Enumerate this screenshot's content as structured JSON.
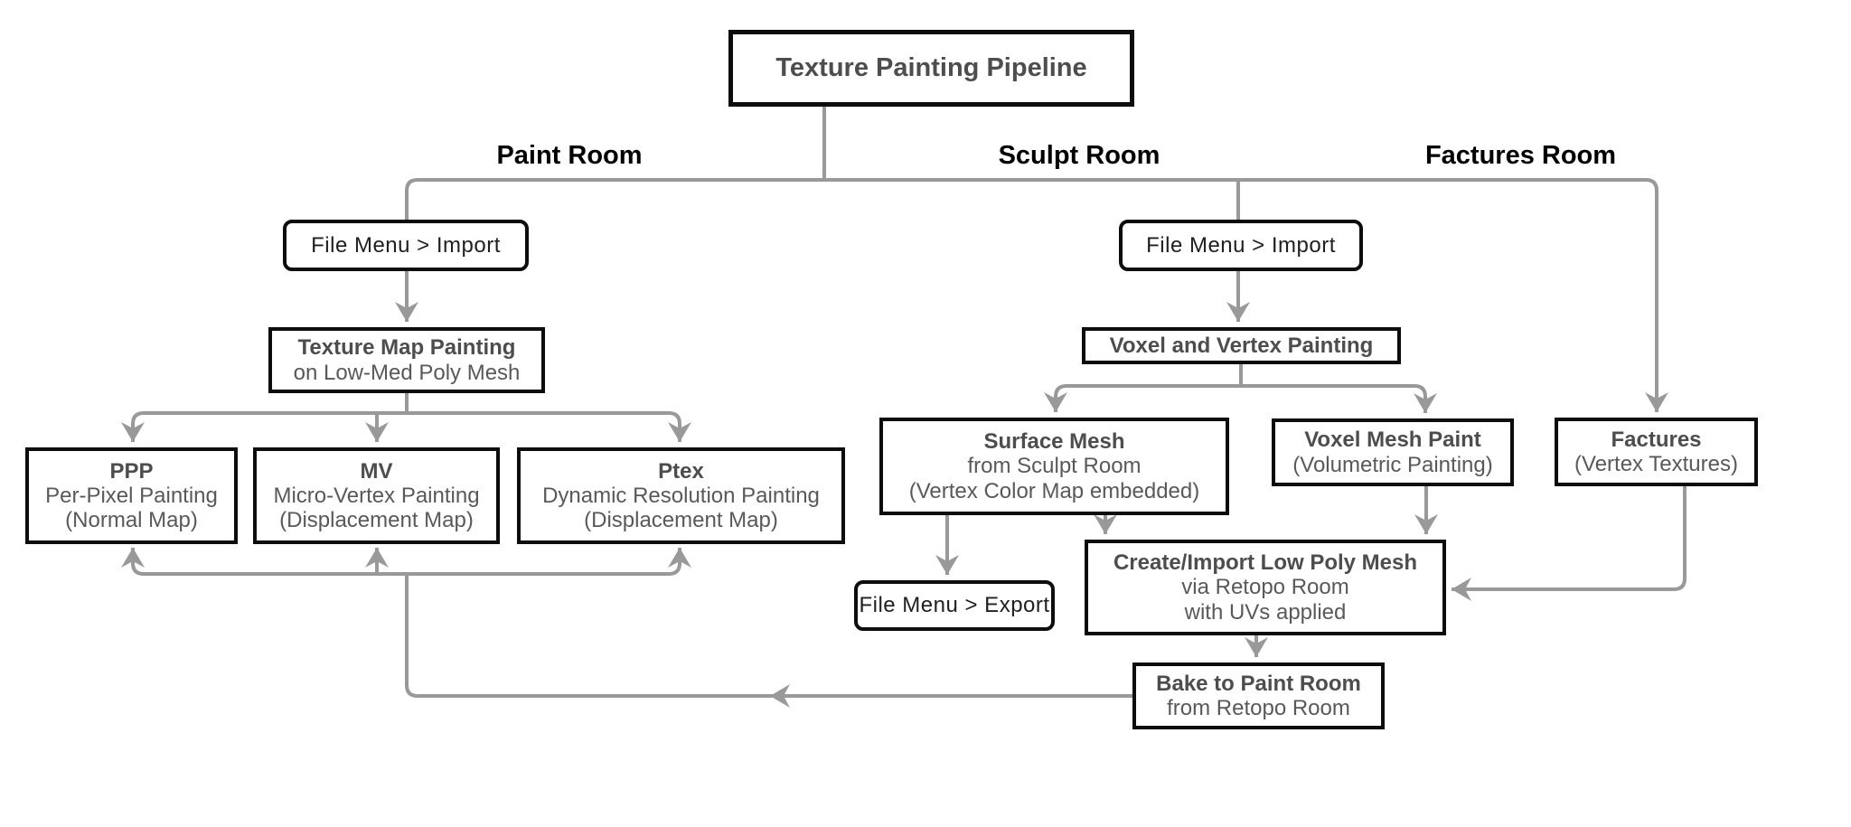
{
  "diagram": {
    "title": "Texture Painting Pipeline",
    "branch_labels": {
      "paint_room": "Paint Room",
      "sculpt_room": "Sculpt Room",
      "factures_room": "Factures Room"
    },
    "nodes": {
      "file_menu_import_paint": {
        "text": "File Menu > Import"
      },
      "texture_map_painting": {
        "heading": "Texture Map Painting",
        "line2": "on Low-Med Poly Mesh"
      },
      "ppp": {
        "heading": "PPP",
        "line2": "Per-Pixel Painting",
        "line3": "(Normal Map)"
      },
      "mv": {
        "heading": "MV",
        "line2": "Micro-Vertex Painting",
        "line3": "(Displacement Map)"
      },
      "ptex": {
        "heading": "Ptex",
        "line2": "Dynamic Resolution Painting",
        "line3": "(Displacement Map)"
      },
      "file_menu_import_sculpt": {
        "text": "File Menu > Import"
      },
      "voxel_and_vertex_painting": {
        "heading": "Voxel and Vertex Painting"
      },
      "surface_mesh": {
        "heading": "Surface Mesh",
        "line2": "from Sculpt Room",
        "line3": "(Vertex Color Map embedded)"
      },
      "voxel_mesh_paint": {
        "heading": "Voxel Mesh Paint",
        "line2": "(Volumetric Painting)"
      },
      "factures": {
        "heading": "Factures",
        "line2": "(Vertex Textures)"
      },
      "file_menu_export": {
        "text": "File Menu > Export"
      },
      "create_import_low_poly_mesh": {
        "heading": "Create/Import Low Poly Mesh",
        "line2": "via Retopo Room",
        "line3": "with UVs applied"
      },
      "bake_to_paint_room": {
        "heading": "Bake to Paint Room",
        "line2": "from Retopo Room"
      }
    },
    "colors": {
      "connector": "#999999",
      "box_border": "#0d0d0d",
      "heading_text": "#4d4d4d",
      "body_text": "#595959",
      "branch_label_text": "#000000"
    }
  }
}
